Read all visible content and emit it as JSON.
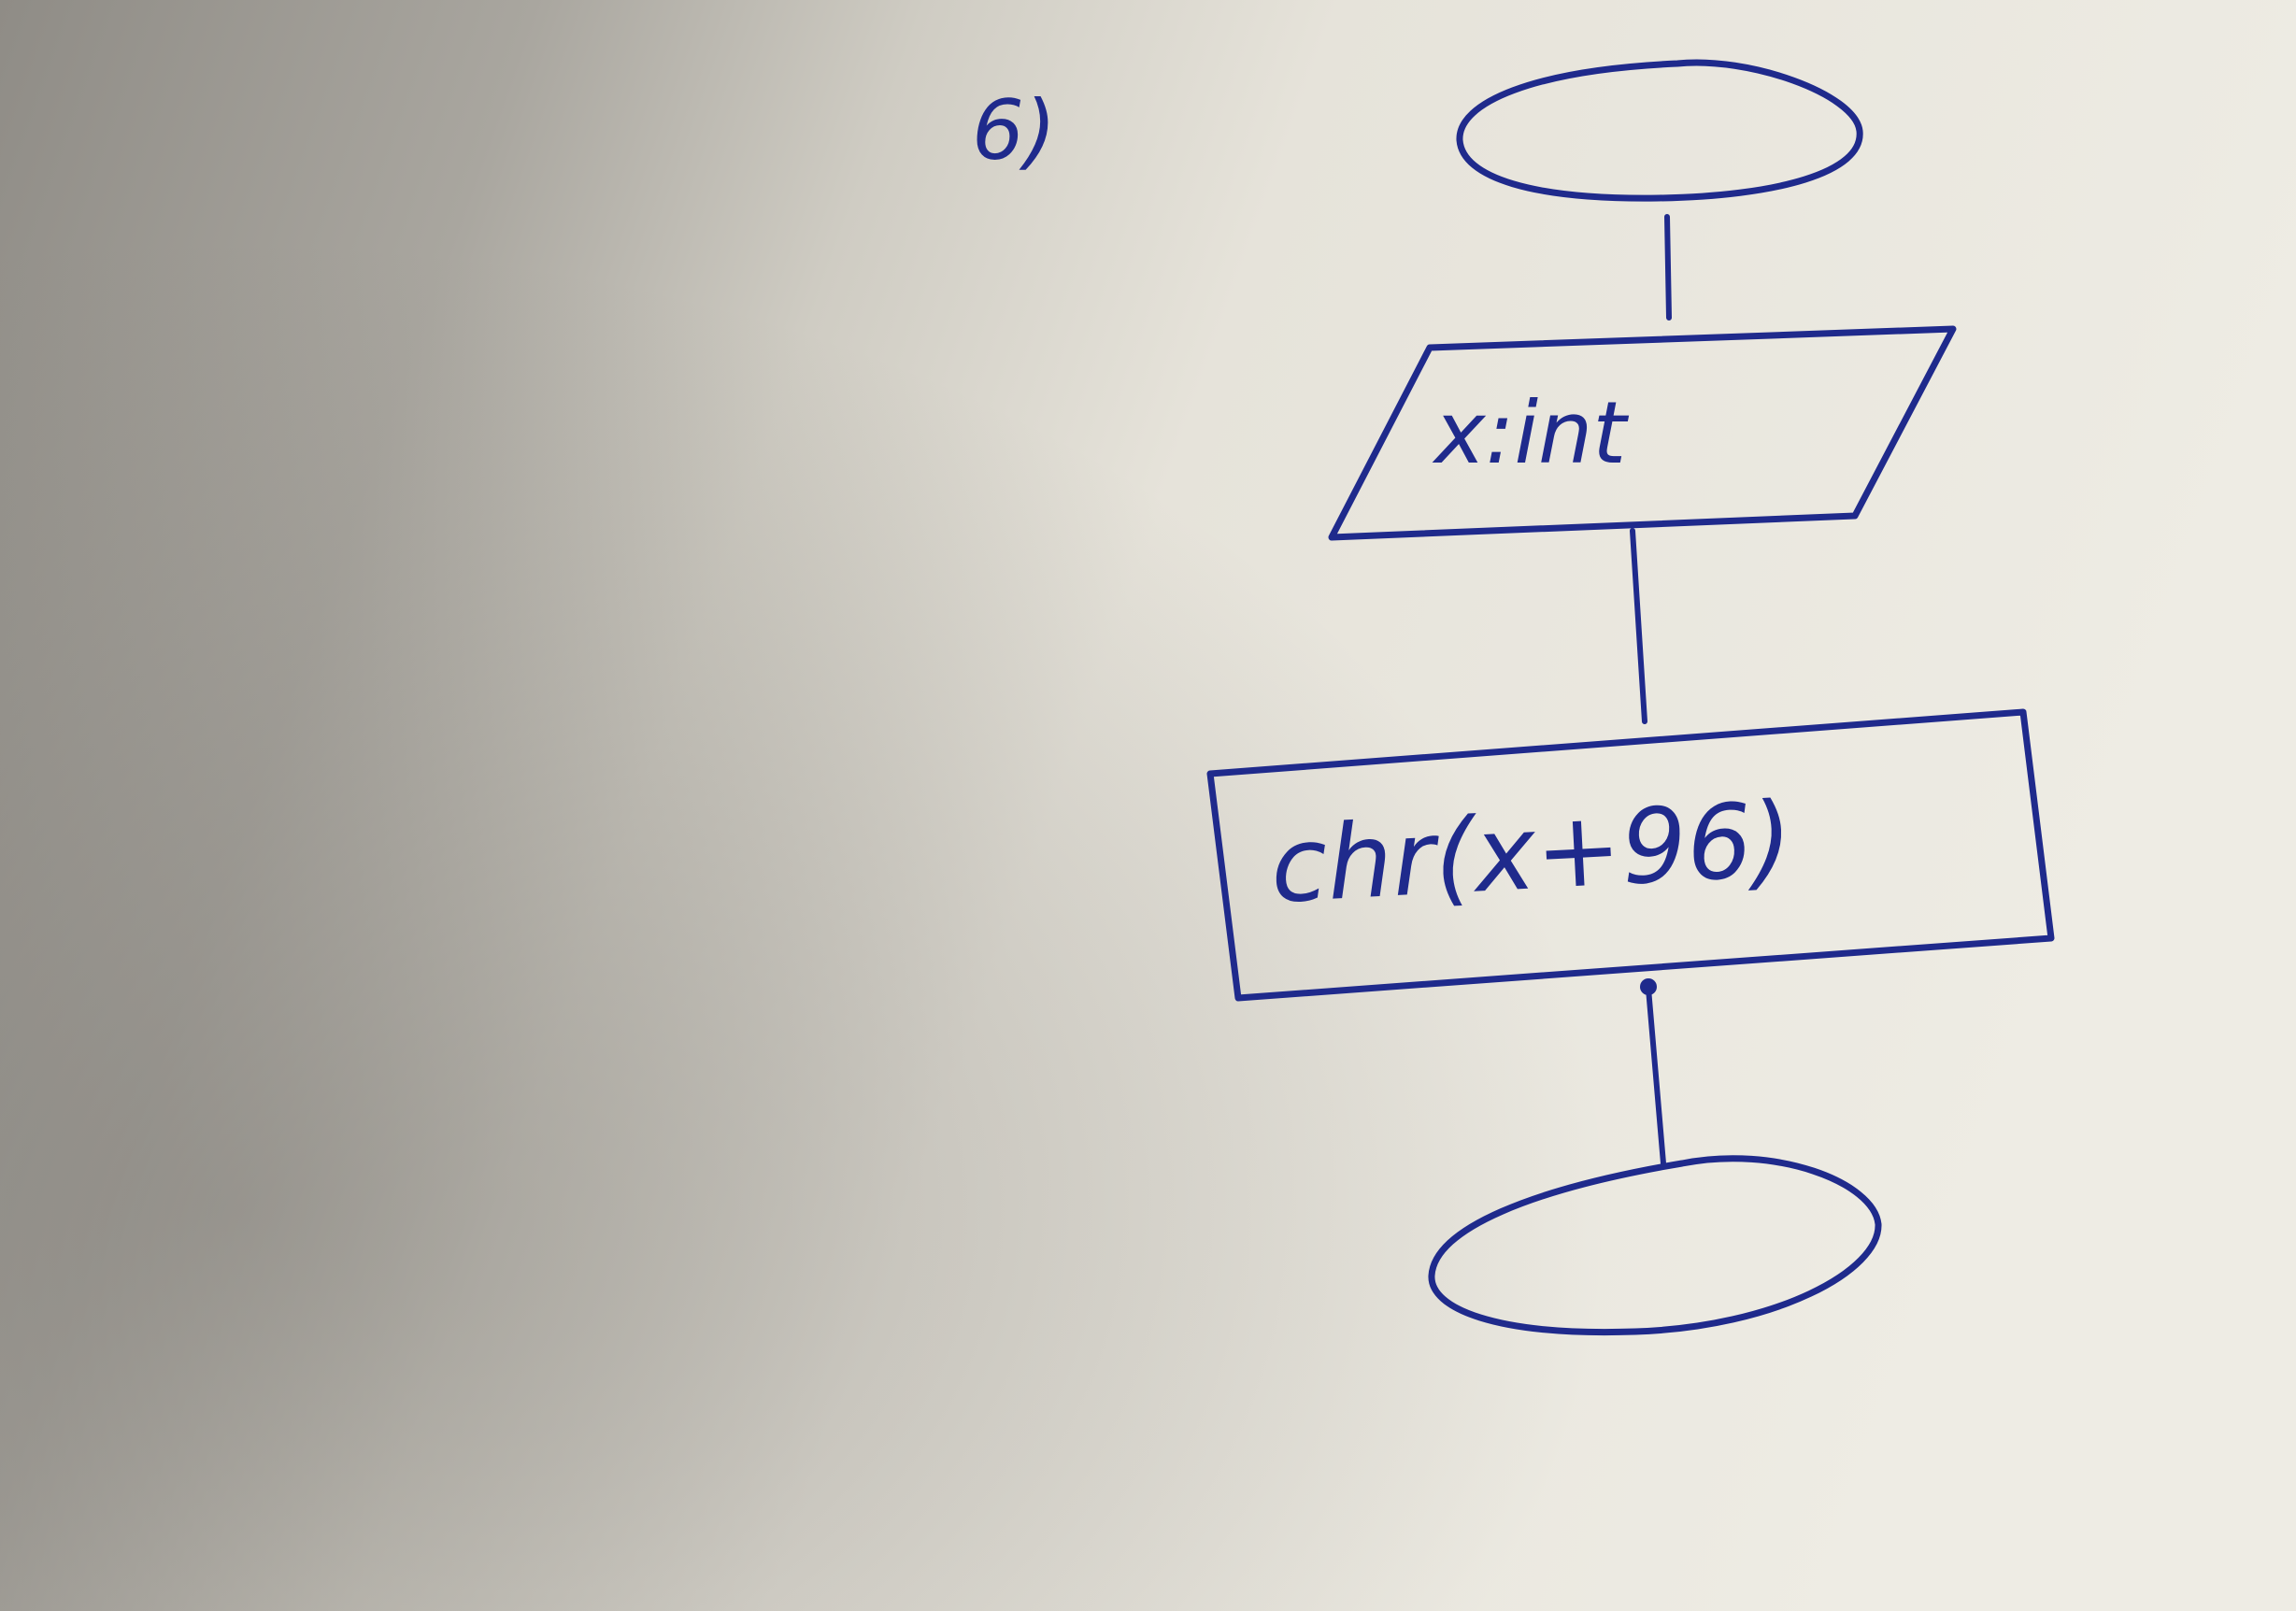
{
  "colors": {
    "ink": "#1f2a8c",
    "paper_light": "#eeece4",
    "paper_mid": "#d8d5cc",
    "shadow": "#8f8c86"
  },
  "question_number": "6)",
  "flowchart": {
    "start_terminal": "",
    "input_box": "x:int",
    "process_box": "chr(x+96)",
    "end_terminal": ""
  }
}
